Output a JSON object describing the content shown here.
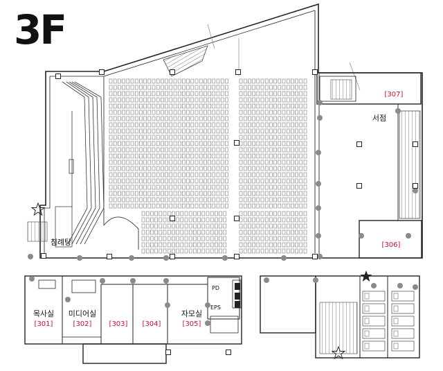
{
  "floor": {
    "title": "3F"
  },
  "rooms": [
    {
      "id": "r301",
      "name": "목사실",
      "number": "[301]"
    },
    {
      "id": "r302",
      "name": "미디어실",
      "number": "[302]"
    },
    {
      "id": "r303",
      "name": "",
      "number": "[303]"
    },
    {
      "id": "r304",
      "name": "",
      "number": "[304]"
    },
    {
      "id": "r305",
      "name": "자모실",
      "number": "[305]"
    },
    {
      "id": "r306",
      "name": "",
      "number": "[306]"
    },
    {
      "id": "r307",
      "name": "",
      "number": "[307]"
    },
    {
      "id": "bookstore",
      "name": "서점",
      "number": ""
    },
    {
      "id": "baptistry",
      "name": "침례탕",
      "number": ""
    }
  ],
  "shaft_labels": {
    "pd": "PD",
    "eps": "EPS"
  },
  "colors": {
    "room_number": "#c8102e",
    "wall": "#222222",
    "column": "#8a8a8a",
    "seat": "#777777"
  }
}
